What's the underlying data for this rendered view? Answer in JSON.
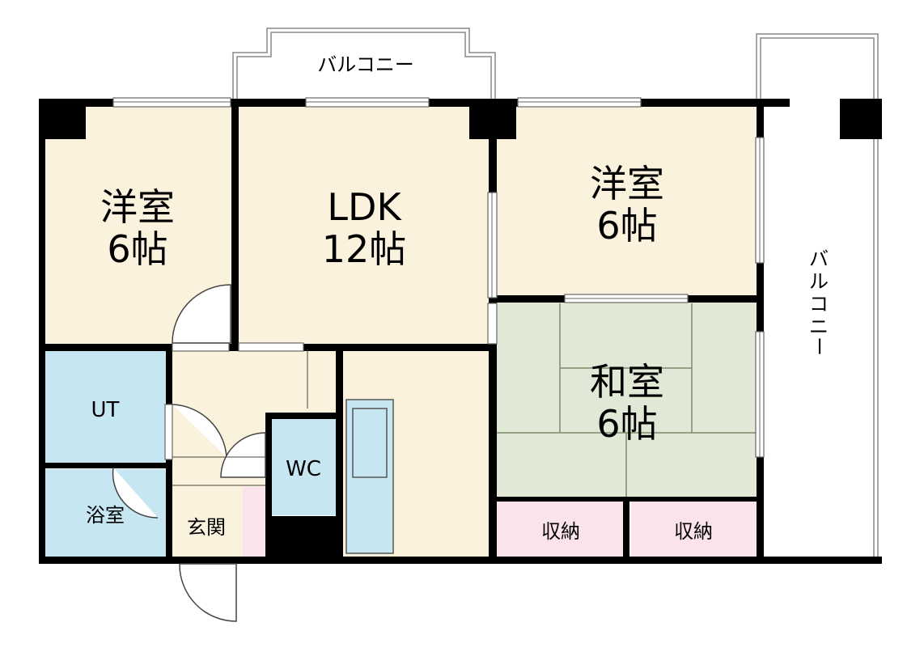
{
  "balcony_top": "バルコニー",
  "balcony_right": [
    "バ",
    "ル",
    "コ",
    "ニ",
    "ー"
  ],
  "rooms": {
    "western_left": {
      "name": "洋室",
      "size": "6帖"
    },
    "ldk": {
      "name": "LDK",
      "size": "12帖"
    },
    "western_right": {
      "name": "洋室",
      "size": "6帖"
    },
    "japanese": {
      "name": "和室",
      "size": "6帖"
    },
    "ut": "UT",
    "bath": "浴室",
    "wc": "WC",
    "entrance": "玄関",
    "storage_1": "収納",
    "storage_2": "収納"
  },
  "colors": {
    "western": "#fbf2dd",
    "japanese": "#e2e8d6",
    "wet": "#c6e6f2",
    "storage": "#fbe3ec",
    "kitchen": "#c6e6f2",
    "wall": "#000000"
  }
}
